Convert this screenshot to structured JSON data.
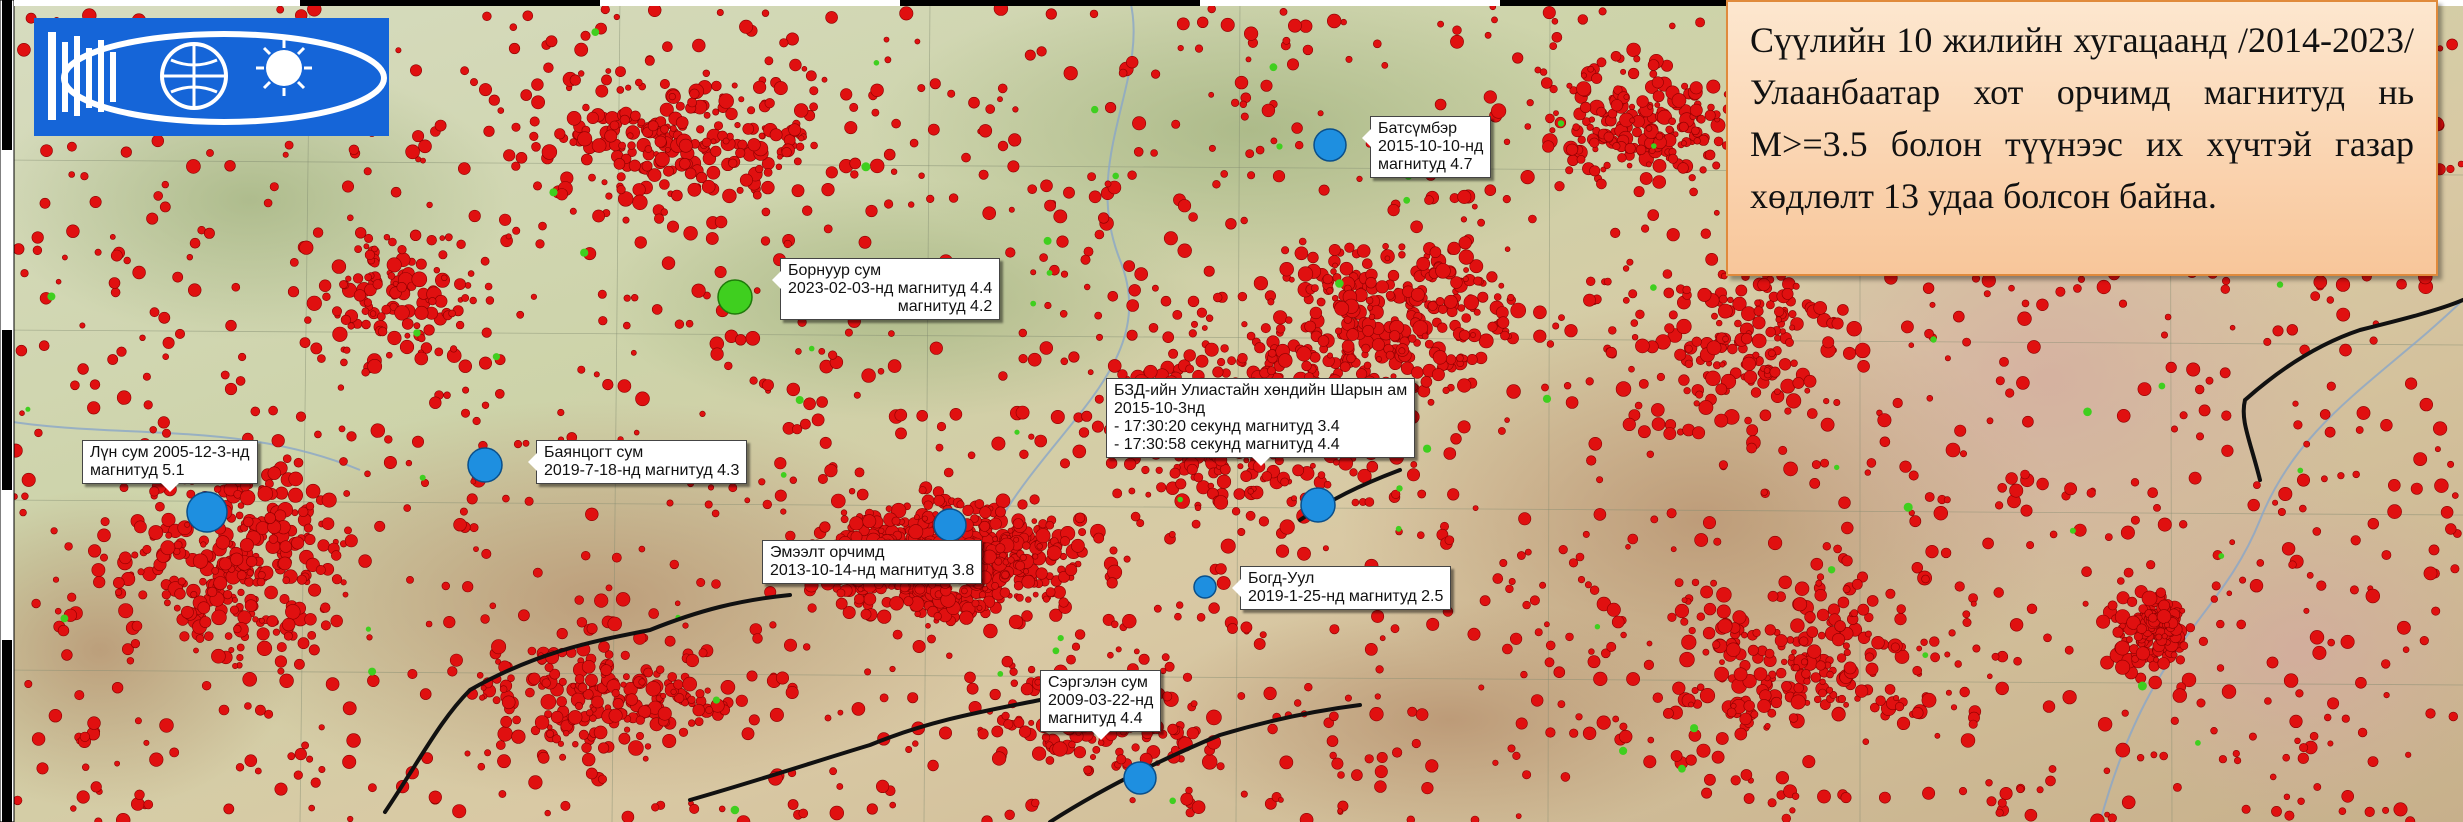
{
  "summary_text": "Сүүлийн 10 жилийн хугацаанд /2014-2023/ Улаанбаатар хот орчимд магнитуд нь M>=3.5 болон түүнээс их хүчтэй газар хөдлөлт 13 удаа болсон байна.",
  "colors": {
    "seismic_event": "#e01010",
    "event_blue": "#1e8fe0",
    "event_green": "#3fcf1f",
    "fault_line": "#111111",
    "panel_border": "#e08a3c",
    "logo_bg": "#1565d8"
  },
  "logo": {
    "icon": "seismology-institute-logo-icon"
  },
  "callouts": {
    "batsumber": {
      "place": "Батсүмбэр",
      "date": "2015-10-10-нд",
      "magnitude": "магнитуд 4.7"
    },
    "bornuur": {
      "place": "Борнуур сум",
      "line1": "2023-02-03-нд магнитуд 4.4",
      "line2": "магнитуд 4.2"
    },
    "lun": {
      "line1": "Лүн сум 2005-12-3-нд",
      "line2": "магнитуд 5.1"
    },
    "bayantsogt": {
      "place": "Баянцогт сум",
      "line": "2019-7-18-нд магнитуд 4.3"
    },
    "sharyn_am": {
      "line1": "БЗД-ийн Улиастайн хөндийн Шарын ам",
      "line2": "2015-10-3нд",
      "line3": "- 17:30:20 секунд магнитуд 3.4",
      "line4": "- 17:30:58 секунд магнитуд 4.4"
    },
    "emeelt": {
      "place": "Эмээлт орчимд",
      "line": "2013-10-14-нд магнитуд 3.8"
    },
    "bogd_uul": {
      "place": "Богд-Уул",
      "line": "2019-1-25-нд магнитуд 2.5"
    },
    "sergelen": {
      "place": "Сэргэлэн сум",
      "date": "2009-03-22-нд",
      "magnitude": "магнитуд 4.4"
    }
  }
}
